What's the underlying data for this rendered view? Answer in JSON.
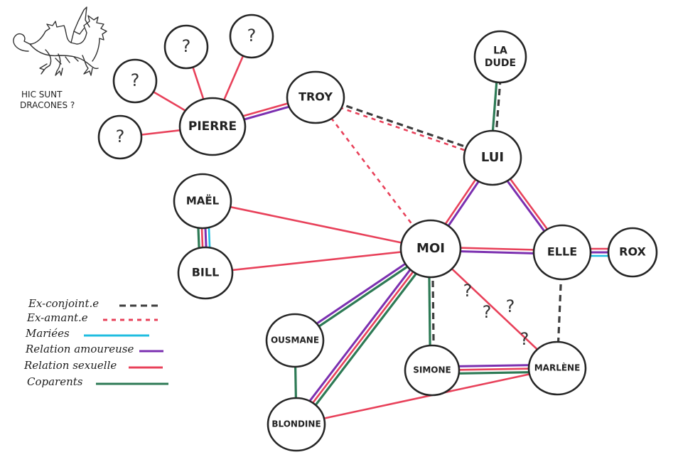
{
  "caption": {
    "line1": "HIC SUNT",
    "line2": "DRACONES ?"
  },
  "colors": {
    "ex_spouse": "#3d3d3d",
    "ex_lover": "#e8415a",
    "married": "#1fbde0",
    "romantic": "#7b2fb0",
    "sexual": "#e8415a",
    "coparents": "#2d7a55",
    "node_stroke": "#262626"
  },
  "legend": [
    {
      "key": "ex_spouse",
      "label": "Ex-conjoint.e",
      "style": "dashed"
    },
    {
      "key": "ex_lover",
      "label": "Ex-amant.e",
      "style": "dotted"
    },
    {
      "key": "married",
      "label": "Mariées",
      "style": "solid"
    },
    {
      "key": "romantic",
      "label": "Relation amoureuse",
      "style": "solid"
    },
    {
      "key": "sexual",
      "label": "Relation sexuelle",
      "style": "solid"
    },
    {
      "key": "coparents",
      "label": "Coparents",
      "style": "solid"
    }
  ],
  "nodes": [
    {
      "id": "q1",
      "label": "?"
    },
    {
      "id": "q2",
      "label": "?"
    },
    {
      "id": "q3",
      "label": "?"
    },
    {
      "id": "q4",
      "label": "?"
    },
    {
      "id": "pierre",
      "label": "PIERRE"
    },
    {
      "id": "troy",
      "label": "TROY"
    },
    {
      "id": "ladude",
      "label": "LA DUDE"
    },
    {
      "id": "lui",
      "label": "LUI"
    },
    {
      "id": "mael",
      "label": "MAËL"
    },
    {
      "id": "bill",
      "label": "BILL"
    },
    {
      "id": "moi",
      "label": "MOI"
    },
    {
      "id": "elle",
      "label": "ELLE"
    },
    {
      "id": "rox",
      "label": "ROX"
    },
    {
      "id": "ousmane",
      "label": "OUSMANE"
    },
    {
      "id": "simone",
      "label": "SIMONE"
    },
    {
      "id": "marlene",
      "label": "MARLÈNE"
    },
    {
      "id": "blondine",
      "label": "BLONDINE"
    }
  ],
  "edges": [
    {
      "from": "pierre",
      "to": "q1",
      "types": [
        "sexual"
      ]
    },
    {
      "from": "pierre",
      "to": "q2",
      "types": [
        "sexual"
      ]
    },
    {
      "from": "pierre",
      "to": "q3",
      "types": [
        "sexual"
      ]
    },
    {
      "from": "pierre",
      "to": "q4",
      "types": [
        "sexual"
      ]
    },
    {
      "from": "pierre",
      "to": "troy",
      "types": [
        "sexual",
        "romantic"
      ]
    },
    {
      "from": "troy",
      "to": "lui",
      "types": [
        "ex_spouse",
        "ex_lover"
      ]
    },
    {
      "from": "troy",
      "to": "moi",
      "types": [
        "ex_lover"
      ]
    },
    {
      "from": "ladude",
      "to": "lui",
      "types": [
        "ex_spouse",
        "coparents"
      ]
    },
    {
      "from": "lui",
      "to": "moi",
      "types": [
        "romantic",
        "sexual"
      ]
    },
    {
      "from": "lui",
      "to": "elle",
      "types": [
        "sexual",
        "romantic"
      ]
    },
    {
      "from": "mael",
      "to": "bill",
      "types": [
        "married",
        "romantic",
        "sexual",
        "coparents"
      ]
    },
    {
      "from": "mael",
      "to": "moi",
      "types": [
        "sexual"
      ]
    },
    {
      "from": "bill",
      "to": "moi",
      "types": [
        "sexual"
      ]
    },
    {
      "from": "moi",
      "to": "elle",
      "types": [
        "sexual",
        "romantic"
      ]
    },
    {
      "from": "elle",
      "to": "rox",
      "types": [
        "sexual",
        "romantic",
        "married"
      ]
    },
    {
      "from": "elle",
      "to": "marlene",
      "types": [
        "ex_spouse"
      ]
    },
    {
      "from": "moi",
      "to": "ousmane",
      "types": [
        "coparents",
        "romantic"
      ]
    },
    {
      "from": "moi",
      "to": "blondine",
      "types": [
        "coparents",
        "sexual",
        "romantic"
      ]
    },
    {
      "from": "moi",
      "to": "simone",
      "types": [
        "ex_spouse",
        "coparents"
      ]
    },
    {
      "from": "moi",
      "to": "marlene",
      "types": [
        "sexual"
      ],
      "annotation": "? ? ? ?"
    },
    {
      "from": "simone",
      "to": "marlene",
      "types": [
        "romantic",
        "sexual",
        "coparents"
      ]
    },
    {
      "from": "ousmane",
      "to": "blondine",
      "types": [
        "coparents"
      ]
    },
    {
      "from": "blondine",
      "to": "marlene",
      "types": [
        "sexual"
      ]
    }
  ],
  "annotation_marks": [
    "?",
    "?",
    "?",
    "?"
  ]
}
